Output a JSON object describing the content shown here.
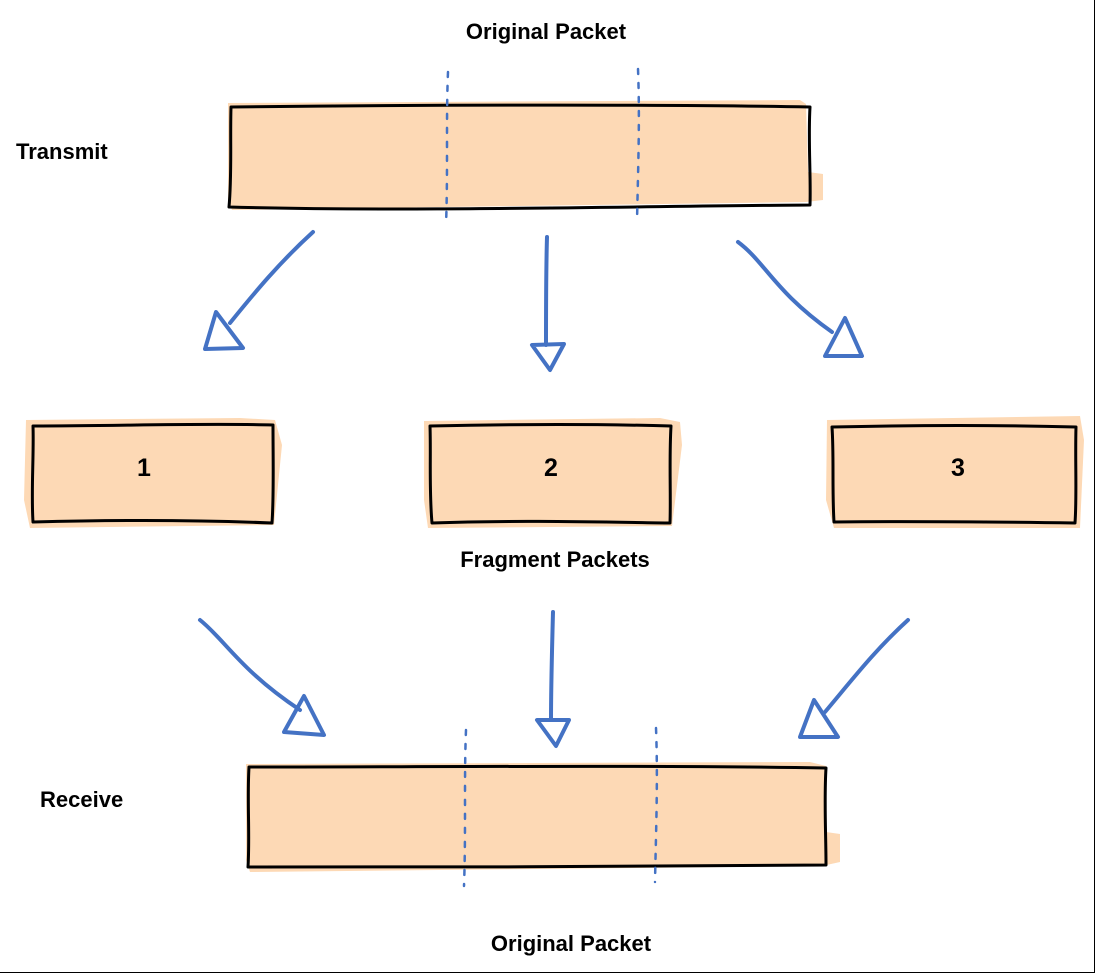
{
  "diagram": {
    "top_label": "Original Packet",
    "transmit_label": "Transmit",
    "fragments_label": "Fragment Packets",
    "receive_label": "Receive",
    "bottom_label": "Original Packet",
    "fragments": [
      {
        "label": "1"
      },
      {
        "label": "2"
      },
      {
        "label": "3"
      }
    ]
  },
  "colors": {
    "packet_fill": "#fdd9b5",
    "arrow": "#4472c4",
    "outline": "#000000"
  }
}
